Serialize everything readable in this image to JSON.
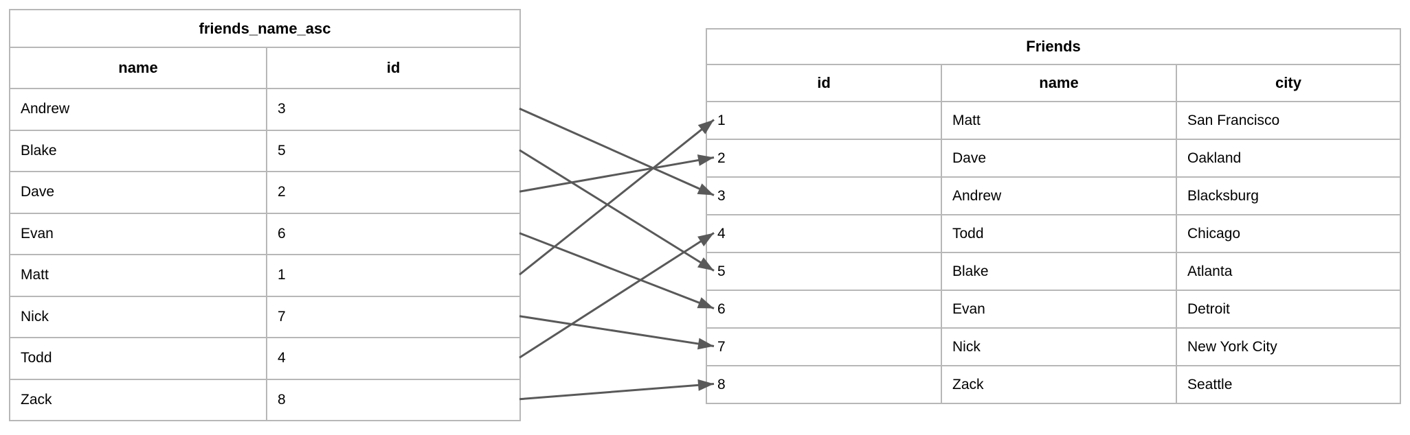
{
  "left_table": {
    "title": "friends_name_asc",
    "columns": [
      "name",
      "id"
    ],
    "rows": [
      {
        "name": "Andrew",
        "id": "3"
      },
      {
        "name": "Blake",
        "id": "5"
      },
      {
        "name": "Dave",
        "id": "2"
      },
      {
        "name": "Evan",
        "id": "6"
      },
      {
        "name": "Matt",
        "id": "1"
      },
      {
        "name": "Nick",
        "id": "7"
      },
      {
        "name": "Todd",
        "id": "4"
      },
      {
        "name": "Zack",
        "id": "8"
      }
    ]
  },
  "right_table": {
    "title": "Friends",
    "columns": [
      "id",
      "name",
      "city"
    ],
    "rows": [
      {
        "id": "1",
        "name": "Matt",
        "city": "San Francisco"
      },
      {
        "id": "2",
        "name": "Dave",
        "city": "Oakland"
      },
      {
        "id": "3",
        "name": "Andrew",
        "city": "Blacksburg"
      },
      {
        "id": "4",
        "name": "Todd",
        "city": "Chicago"
      },
      {
        "id": "5",
        "name": "Blake",
        "city": "Atlanta"
      },
      {
        "id": "6",
        "name": "Evan",
        "city": "Detroit"
      },
      {
        "id": "7",
        "name": "Nick",
        "city": "New York City"
      },
      {
        "id": "8",
        "name": "Zack",
        "city": "Seattle"
      }
    ]
  },
  "mappings": [
    {
      "name": "Andrew",
      "id": "3",
      "left_row": 0,
      "right_row": 2
    },
    {
      "name": "Blake",
      "id": "5",
      "left_row": 1,
      "right_row": 4
    },
    {
      "name": "Dave",
      "id": "2",
      "left_row": 2,
      "right_row": 1
    },
    {
      "name": "Evan",
      "id": "6",
      "left_row": 3,
      "right_row": 5
    },
    {
      "name": "Matt",
      "id": "1",
      "left_row": 4,
      "right_row": 0
    },
    {
      "name": "Nick",
      "id": "7",
      "left_row": 5,
      "right_row": 6
    },
    {
      "name": "Todd",
      "id": "4",
      "left_row": 6,
      "right_row": 3
    },
    {
      "name": "Zack",
      "id": "8",
      "left_row": 7,
      "right_row": 7
    }
  ],
  "colors": {
    "table_border": "#b7b7b7",
    "arrow": "#595959",
    "text": "#000000",
    "background": "#ffffff"
  }
}
